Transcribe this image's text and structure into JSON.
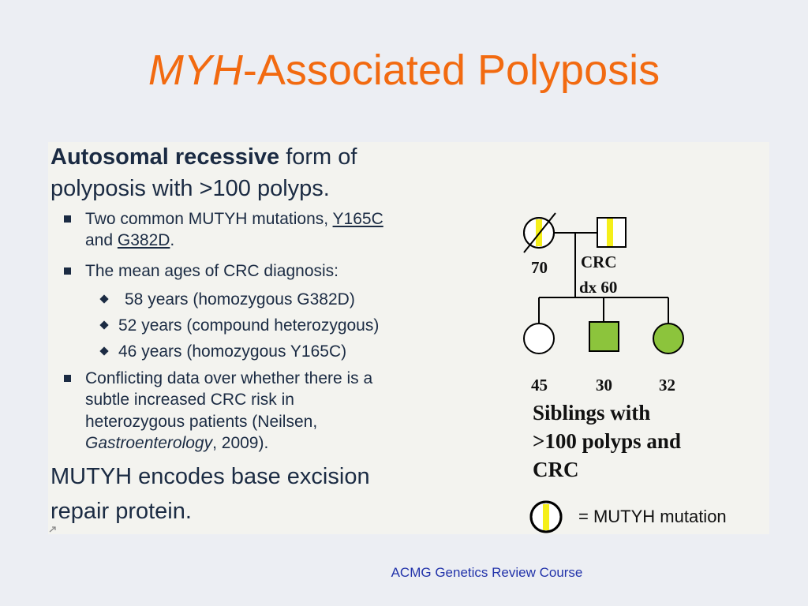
{
  "title": {
    "italic": "MYH",
    "rest": "-Associated Polyposis"
  },
  "lead1": {
    "bold": "Autosomal recessive",
    "rest_line1": " form of",
    "line2": "polyposis with >100 polyps."
  },
  "bullets": [
    {
      "line1_pre": "Two common  MUTYH mutations, ",
      "link1": "Y165C",
      "line2_pre": "and ",
      "link2": "G382D",
      "line2_post": "."
    },
    {
      "text": "The mean ages of CRC diagnosis:"
    },
    {
      "line1": "Conflicting data over whether there is a",
      "line2": "subtle increased CRC risk in",
      "line3": "heterozygous patients (Neilsen,",
      "line4_italic": "Gastroenterology",
      "line4_post": ", 2009)."
    }
  ],
  "subbullets": [
    "58 years (homozygous G382D)",
    "52 years (compound heterozygous)",
    "46 years (homozygous Y165C)"
  ],
  "lead2": {
    "line1": "MUTYH encodes base excision",
    "line2": "repair protein."
  },
  "pedigree": {
    "father_age": "70",
    "mother_label_1": "CRC",
    "mother_label_2": "dx 60",
    "children_ages": [
      "45",
      "30",
      "32"
    ],
    "caption": [
      "Siblings with",
      ">100 polyps and",
      "CRC"
    ],
    "legend": "= MUTYH mutation",
    "colors": {
      "affected": "#8cc43c",
      "mutation": "#f5ef1a",
      "line": "#000000"
    }
  },
  "footer": "ACMG Genetics Review Course"
}
